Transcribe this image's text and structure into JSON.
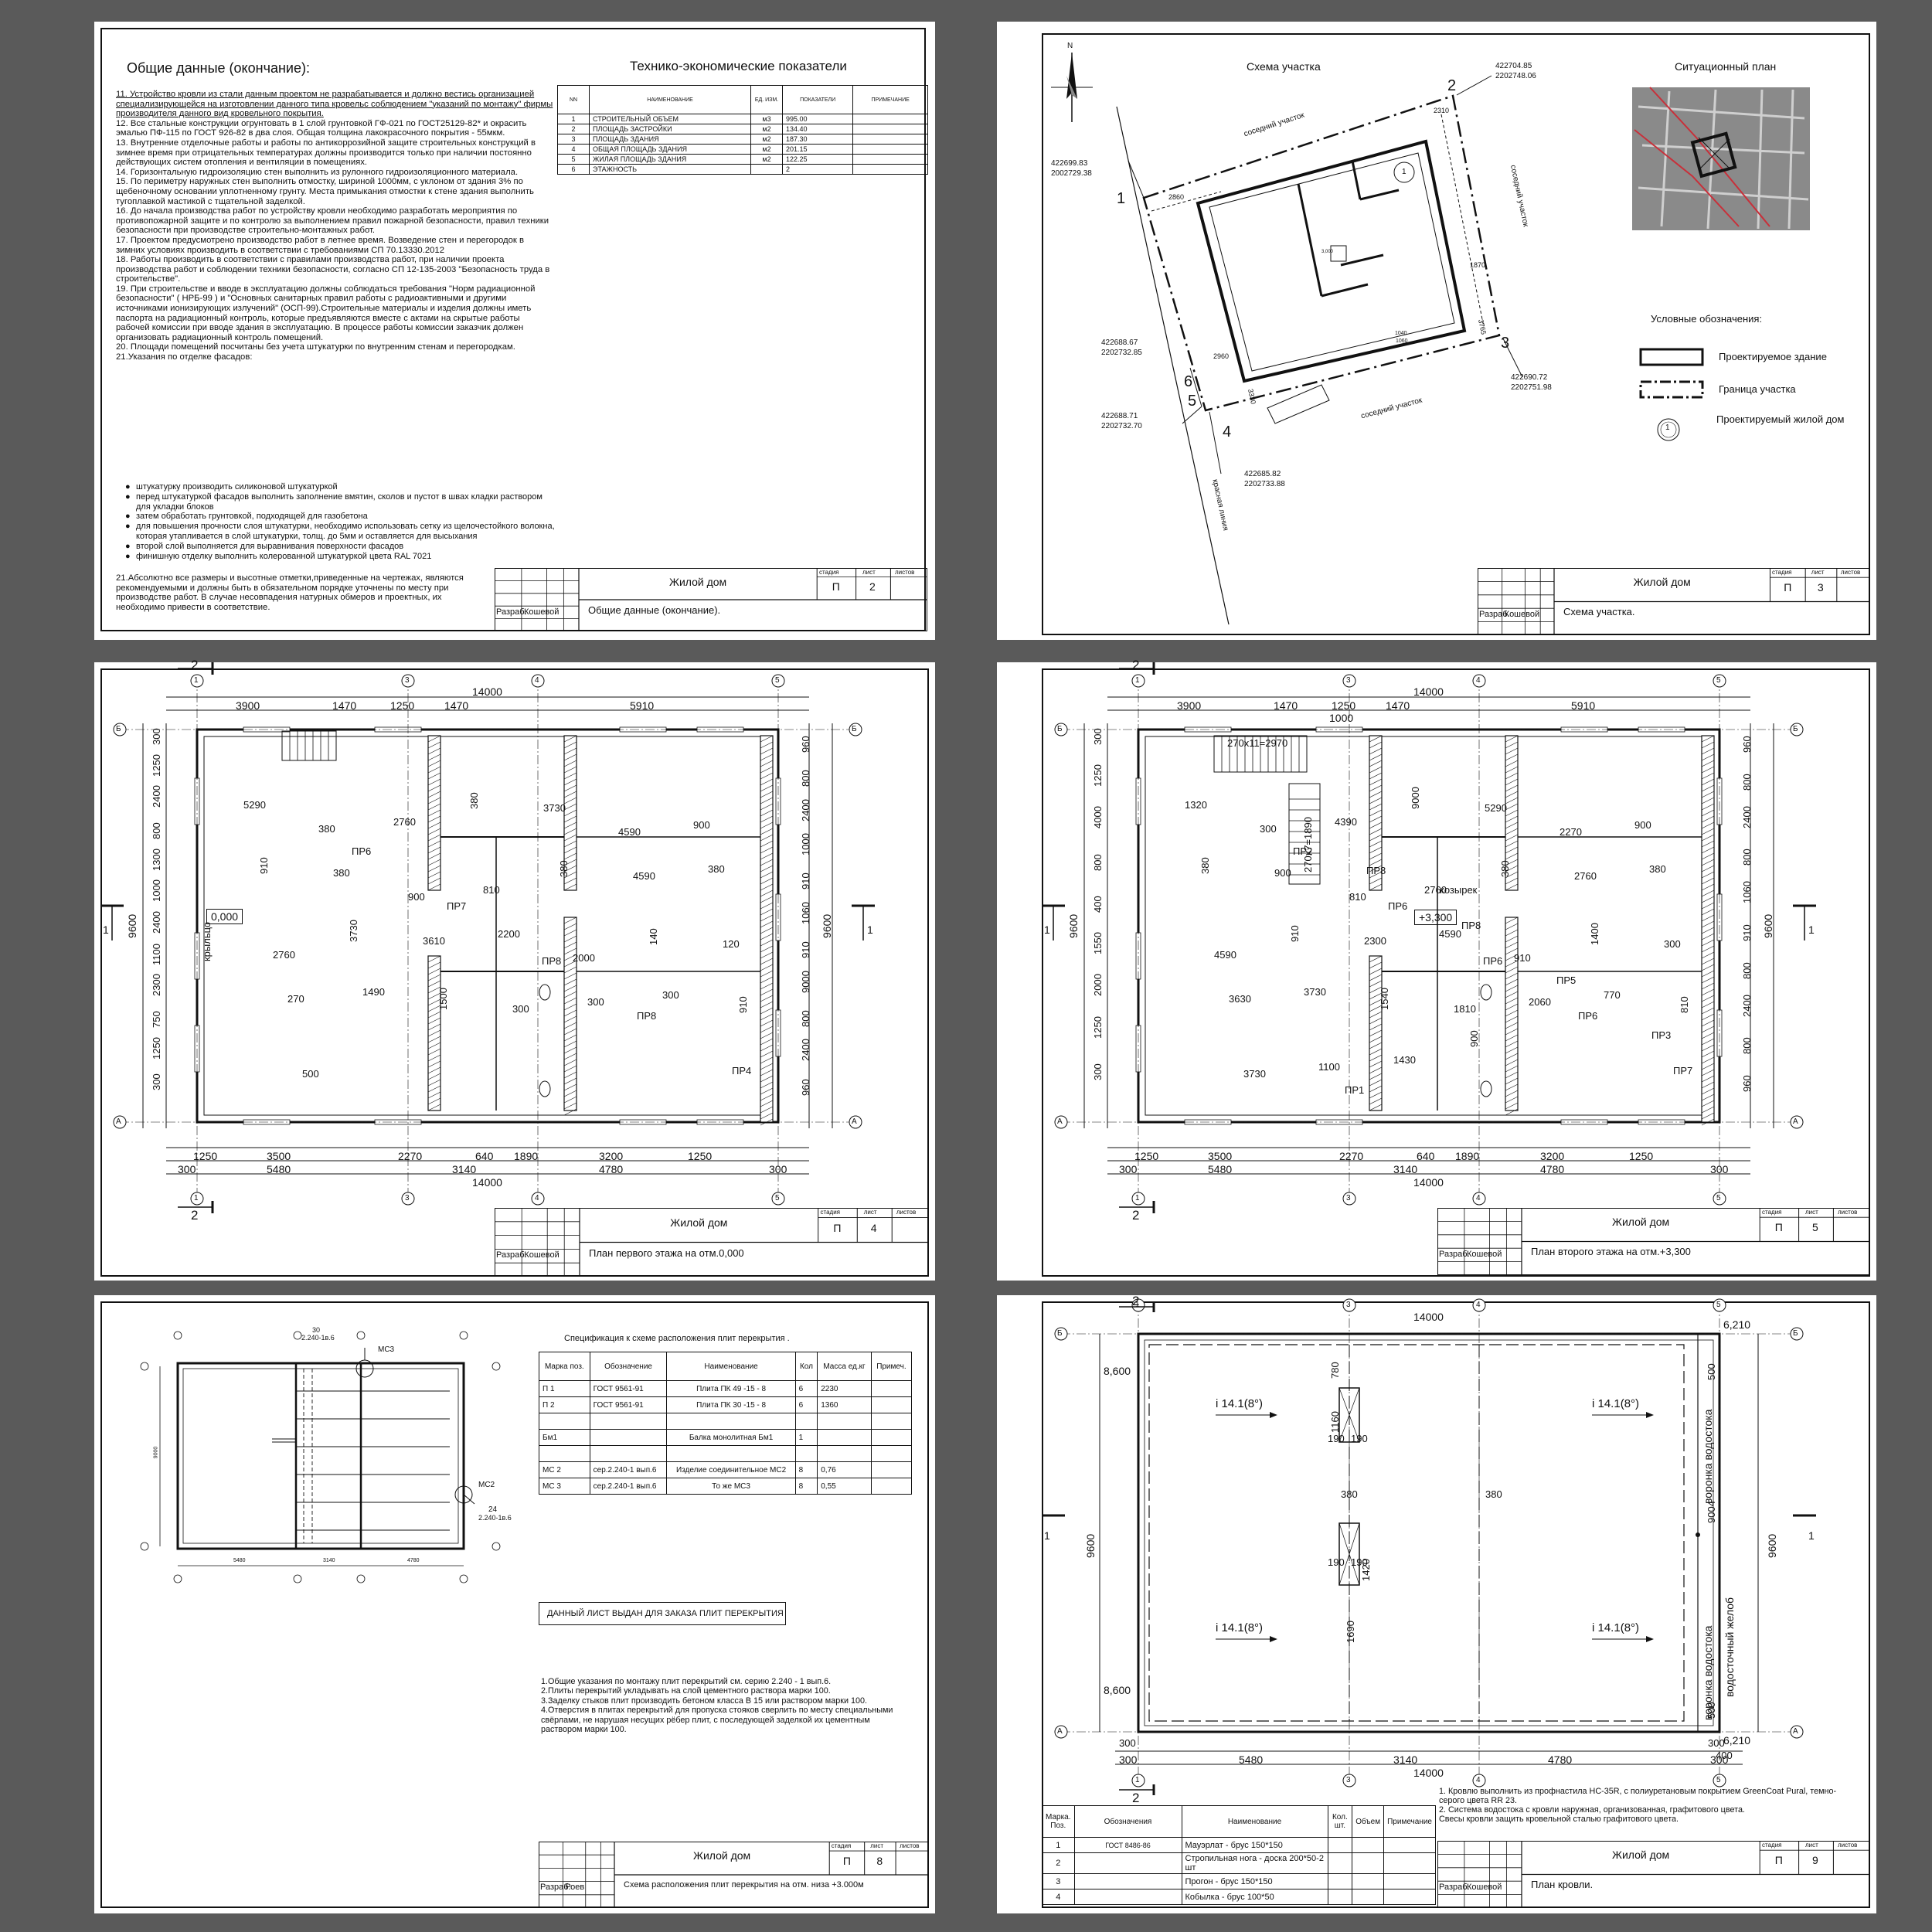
{
  "sheet2": {
    "title": "Общие данные (окончание):",
    "notes": [
      "11. Устройство кровли из стали данным проектом не разрабатывается и должно вестись организацией специализирующейся на изготовлении данного типа кровельс соблюдением \"указаний по монтажу\" фирмы производителя данного вид кровельного покрытия.",
      "12. Все стальные конструкции огрунтовать в 1 слой грунтовкой ГФ-021 по ГОСТ25129-82* и окрасить эмалью ПФ-115 по ГОСТ 926-82 в два слоя. Общая толщина лакокрасочного покрытия - 55мкм.",
      "13. Внутренние отделочные работы и работы по антикоррозийной защите строительных конструкций в зимнее время при отрицательных температурах должны производится только при наличии постоянно действующих систем отопления и вентиляции в помещениях.",
      "14. Горизонтальную гидроизоляцию стен выполнить из рулонного гидроизоляционного материала.",
      "15. По периметру наружных стен выполнить отмостку, шириной 1000мм, с уклоном от здания 3% по щебеночному основании уплотненному грунту. Места примыкания отмостки к стене здания выполнить тугоплавкой мастикой с тщательной заделкой.",
      "16. До начала производства работ по устройству кровли необходимо разработать мероприятия по противопожарной защите и по контролю за выполнением правил пожарной безопасности, правил техники безопасности при производстве строительно-монтажных работ.",
      "17. Проектом предусмотрено производство работ в летнее время. Возведение стен и перегородок в зимних условиях производить в соответствии с требованиями СП 70.13330.2012",
      "18. Работы производить в соответствии с правилами производства работ, при наличии проекта производства работ и соблюдении техники безопасности, согласно СП 12-135-2003 \"Безопасность труда в строительстве\".",
      "19. При строительстве и вводе в эксплуатацию должны соблюдаться требования \"Норм радиационной безопасности\" ( НРБ-99 ) и \"Основных санитарных правил работы с радиоактивными и другими источниками ионизирующих излучений\" (ОСП-99).Строительные материалы и изделия должны иметь паспорта на радиационный контроль, которые предъявляются вместе с актами на скрытые работы рабочей комиссии при вводе здания в эксплуатацию. В процессе работы комиссии заказчик должен организовать радиационный контроль помещений.",
      "20. Площади помещений посчитаны без учета штукатурки по внутренним стенам и перегородкам.",
      "21.Указания по отделке фасадов:"
    ],
    "facade_items": [
      "штукатурку производить силиконовой штукатуркой",
      "перед штукатуркой фасадов выполнить заполнение вмятин, сколов и пустот в швах кладки раствором для укладки блоков",
      "затем обработать грунтовкой, подходящей для газобетона",
      "для повышения прочности слоя штукатурки, необходимо использовать сетку из щелочестойкого волокна, которая утапливается в слой штукатурки, толщ. до 5мм и оставляется для высыхания",
      "второй слой выполняется для выравнивания поверхности фасадов",
      "финишную отделку выполнить колерованной штукатуркой цвета RAL 7021"
    ],
    "note_22": "21.Абсолютно все размеры и высотные отметки,приведенные на чертежах, являются рекомендуемыми и должны быть в обязательном порядке уточнены по месту при производстве работ. В случае несовпадения натурных обмеров и проектных, их необходимо привести в соответствие.",
    "tep_title": "Технико-экономические показатели",
    "tep_headers": [
      "NN",
      "НАИМЕНОВАНИЕ",
      "ЕД. ИЗМ.",
      "ПОКАЗАТЕЛИ",
      "ПРИМЕЧАНИЕ"
    ],
    "tep_rows": [
      [
        "1",
        "СТРОИТЕЛЬНЫЙ ОБЪЕМ",
        "м3",
        "995.00"
      ],
      [
        "2",
        "ПЛОЩАДЬ ЗАСТРОЙКИ",
        "м2",
        "134.40"
      ],
      [
        "3",
        "ПЛОЩАДЬ ЗДАНИЯ",
        "м2",
        "187.30"
      ],
      [
        "4",
        "ОБЩАЯ ПЛОЩАДЬ ЗДАНИЯ",
        "м2",
        "201.15"
      ],
      [
        "5",
        "ЖИЛАЯ ПЛОЩАДЬ ЗДАНИЯ",
        "м2",
        "122.25"
      ],
      [
        "6",
        "ЭТАЖНОСТЬ",
        "",
        "2"
      ]
    ],
    "stamp": {
      "project": "Жилой дом",
      "sheet_name": "Общие данные (окончание).",
      "stage": "П",
      "sheet": "2",
      "author_role": "Разраб.",
      "author": "Кошевой"
    }
  },
  "sheet3": {
    "north": "N",
    "scheme_title": "Схема участка",
    "situation_title": "Ситуационный план",
    "points": [
      {
        "n": "1",
        "c1": "422699.83",
        "c2": "2002729.38"
      },
      {
        "n": "2",
        "c1": "422704.85",
        "c2": "2202748.06"
      },
      {
        "n": "3",
        "c1": "422690.72",
        "c2": "2202751.98"
      },
      {
        "n": "4",
        "c1": "422685.82",
        "c2": "2202733.88"
      },
      {
        "n": "5",
        "c1": "422688.71",
        "c2": "2202732.70"
      },
      {
        "n": "6",
        "c1": "422688.67",
        "c2": "2202732.85"
      }
    ],
    "neighbors": [
      "соседний участок",
      "соседний участок",
      "соседний участок"
    ],
    "red_line": "красная линия",
    "dims": [
      "2310",
      "2860",
      "1870",
      "3765",
      "2960",
      "3330",
      "1040",
      "1060",
      "3,000"
    ],
    "legend_title": "Условные обозначения:",
    "legend": [
      "Проектируемое здание",
      "Граница участка",
      "Проектируемый жилой дом"
    ],
    "marker": "1",
    "stamp": {
      "project": "Жилой дом",
      "sheet_name": "Схема участка.",
      "stage": "П",
      "sheet": "3",
      "author_role": "Разраб.",
      "author": "Кошевой"
    }
  },
  "sheet4": {
    "axes_top": [
      "1",
      "3",
      "4",
      "5"
    ],
    "axes_side": [
      "Б",
      "А"
    ],
    "section": "2",
    "section_side": "1",
    "top_total": "14000",
    "top_dims": [
      "3900",
      "1470",
      "1250",
      "1470",
      "5910"
    ],
    "bottom_dims1": [
      "1250",
      "3500",
      "2270",
      "640",
      "1890",
      "3200",
      "1250"
    ],
    "bottom_dims2": [
      "300",
      "5480",
      "3140",
      "4780",
      "300"
    ],
    "bottom_total": "14000",
    "left_dims": [
      "300",
      "1250",
      "2400",
      "800",
      "1300",
      "1000",
      "2400",
      "1100",
      "2300",
      "750",
      "1250",
      "300"
    ],
    "right_dims": [
      "960",
      "800",
      "2400",
      "1000",
      "910",
      "1060",
      "910",
      "9000",
      "800",
      "2400",
      "960"
    ],
    "height": "9600",
    "level": "0,000",
    "room_dims": [
      "5290",
      "380",
      "2760",
      "380",
      "3730",
      "4590",
      "900",
      "910",
      "380",
      "900",
      "810",
      "380",
      "4590",
      "380",
      "2760",
      "3730",
      "3610",
      "2200",
      "2000",
      "140",
      "120",
      "270",
      "1490",
      "1500",
      "300",
      "300",
      "300",
      "910",
      "500"
    ],
    "openings": [
      "ПР6",
      "ПР7",
      "ПР8",
      "ПР8",
      "ПР4"
    ],
    "porch": "крыльцо",
    "stamp": {
      "project": "Жилой дом",
      "sheet_name": "План первого этажа на отм.0,000",
      "stage": "П",
      "sheet": "4",
      "author_role": "Разраб.",
      "author": "Кошевой"
    }
  },
  "sheet5": {
    "axes_top": [
      "1",
      "3",
      "4",
      "5"
    ],
    "axes_side": [
      "Б",
      "А"
    ],
    "section": "2",
    "section_side": "1",
    "top_total": "14000",
    "top_dims": [
      "3900",
      "1470",
      "1250",
      "1470",
      "5910"
    ],
    "top_sub": "1000",
    "bottom_dims1": [
      "1250",
      "3500",
      "2270",
      "640",
      "1890",
      "3200",
      "1250"
    ],
    "bottom_dims2": [
      "300",
      "5480",
      "3140",
      "4780",
      "300"
    ],
    "bottom_total": "14000",
    "left_dims": [
      "300",
      "1250",
      "4000",
      "800",
      "400",
      "1550",
      "2000",
      "1250",
      "300"
    ],
    "right_dims": [
      "960",
      "800",
      "2400",
      "800",
      "1060",
      "910",
      "800",
      "2400",
      "800",
      "960"
    ],
    "height": "9600",
    "level": "+3,300",
    "stairs": [
      "270x11=2970",
      "270x7=1890"
    ],
    "room_dims": [
      "1320",
      "300",
      "4390",
      "9000",
      "5290",
      "2270",
      "900",
      "380",
      "900",
      "810",
      "2760",
      "380",
      "2760",
      "380",
      "4590",
      "910",
      "2300",
      "4590",
      "910",
      "1400",
      "300",
      "3630",
      "3730",
      "1540",
      "1810",
      "2060",
      "770",
      "810",
      "3730",
      "1100",
      "1430",
      "900"
    ],
    "openings": [
      "ПР2",
      "ПР6",
      "ПР6",
      "ПР6",
      "ПР7",
      "ПР8",
      "ПР8",
      "ПР5",
      "ПР3",
      "ПР1",
      "козырек"
    ],
    "stamp": {
      "project": "Жилой дом",
      "sheet_name": "План второго этажа на отм.+3,300",
      "stage": "П",
      "sheet": "5",
      "author_role": "Разраб.",
      "author": "Кошевой"
    }
  },
  "sheet8": {
    "spec_title": "Спецификация к схеме расположения плит перекрытия .",
    "spec_headers": [
      "Марка поз.",
      "Обозначение",
      "Наименование",
      "Кол",
      "Масса ед.кг",
      "Примеч."
    ],
    "spec_rows": [
      [
        "П 1",
        "ГОСТ 9561-91",
        "Плита ПК 49 -15 - 8",
        "6",
        "2230",
        ""
      ],
      [
        "П 2",
        "ГОСТ 9561-91",
        "Плита ПК 30 -15 - 8",
        "6",
        "1360",
        ""
      ],
      [
        "",
        "",
        "",
        "",
        "",
        ""
      ],
      [
        "Бм1",
        "",
        "Балка монолитная Бм1",
        "1",
        "",
        ""
      ],
      [
        "",
        "",
        "",
        "",
        "",
        ""
      ],
      [
        "МС 2",
        "сер.2.240-1 вып.6",
        "Изделие соединительное МС2",
        "8",
        "0,76",
        ""
      ],
      [
        "МС 3",
        "сер.2.240-1 вып.6",
        "То же МС3",
        "8",
        "0,55",
        ""
      ]
    ],
    "labels": [
      "30",
      "2.240-1в.6",
      "МС3",
      "МС2",
      "24",
      "2.240-1в.6",
      "9000",
      "5480",
      "3140",
      "4780"
    ],
    "order_note": "ДАННЫЙ ЛИСТ ВЫДАН ДЛЯ ЗАКАЗА ПЛИТ ПЕРЕКРЫТИЯ",
    "instructions": [
      "1.Общие указания по монтажу плит перекрытий см. серию 2.240 - 1 вып.6.",
      "2.Плиты перекрытий укладывать на слой цементного раствора марки 100.",
      "3.Заделку стыков плит производить бетоном класса В 15 или раствором марки 100.",
      "4.Отверстия в плитах перекрытий для пропуска стояков сверлить по месту специальными свёрлами, не нарушая несущих рёбер плит, с последующей заделкой их цементным раствором марки 100."
    ],
    "stamp": {
      "project": "Жилой дом",
      "sheet_name": "Схема расположения плит перекрытия на отм. низа +3.000м",
      "stage": "П",
      "sheet": "8",
      "author_role": "Разраб.",
      "author": "Роев"
    }
  },
  "sheet9": {
    "axes_top": [
      "1",
      "3",
      "4",
      "5"
    ],
    "axes_side": [
      "Б",
      "А"
    ],
    "section": "2",
    "section_side": "1",
    "top_total": "14000",
    "levels": [
      "6,210",
      "8,600",
      "8,600",
      "6,210"
    ],
    "slopes": [
      "i 14.1(8°)",
      "i 14.1(8°)",
      "i 14.1(8°)",
      "i 14.1(8°)"
    ],
    "dims": [
      "780",
      "1160",
      "190",
      "190",
      "380",
      "380",
      "190",
      "190",
      "1420",
      "1690",
      "500",
      "9004",
      "500",
      "300",
      "300",
      "400"
    ],
    "bottom_dims": [
      "300",
      "5480",
      "3140",
      "4780",
      "300"
    ],
    "bottom_total": "14000",
    "height": "9600",
    "drain_labels": [
      "воронка водостока",
      "воронка водостока",
      "водосточный желоб"
    ],
    "spec_headers": [
      "Марка. Поз.",
      "Обозначения",
      "Наименование",
      "Кол. шт.",
      "Объем",
      "Примечание"
    ],
    "spec_rows": [
      [
        "1",
        "ГОСТ 8486-86",
        "Мауэрлат - брус 150*150"
      ],
      [
        "2",
        "",
        "Стропильная нога - доска 200*50-2 шт"
      ],
      [
        "3",
        "",
        "Прогон - брус 150*150"
      ],
      [
        "4",
        "",
        "Кобылка - брус 100*50"
      ]
    ],
    "notes": [
      "1. Кровлю выполнить из профнастила НС-35R, с полиуретановым покрытием GreenCoat Pural, темно-серого цвета RR 23.",
      "2. Система водостока с кровли наружная, организованная, графитового цвета.",
      "Свесы кровли защить кровельной сталью графитового цвета."
    ],
    "stamp": {
      "project": "Жилой дом",
      "sheet_name": "План кровли.",
      "stage": "П",
      "sheet": "9",
      "author_role": "Разраб.",
      "author": "Кошевой"
    }
  },
  "common": {
    "stage_label": "стадия",
    "sheet_label": "лист",
    "sheets_label": "листов"
  }
}
